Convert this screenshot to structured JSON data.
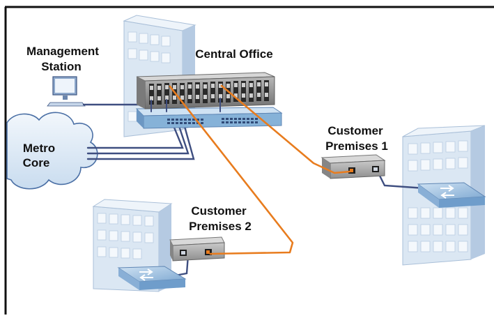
{
  "labels": {
    "management_station_line1": "Management",
    "management_station_line2": "Station",
    "central_office": "Central Office",
    "metro_core_line1": "Metro",
    "metro_core_line2": "Core",
    "customer_premises_1_line1": "Customer",
    "customer_premises_1_line2": "Premises 1",
    "customer_premises_2_line1": "Customer",
    "customer_premises_2_line2": "Premises 2"
  },
  "colors": {
    "fiber": "#e87c1e",
    "copper": "#3e4e80",
    "building_face": "#dce8f4",
    "building_side": "#b7cbe2",
    "window": "#f4f8fc",
    "switch_blue": "#86b2d8",
    "chassis": "#8c8c8c",
    "frame": "#111111"
  },
  "icons": [
    "building-icon",
    "computer-icon",
    "cloud-icon",
    "chassis-icon",
    "switch-icon",
    "media-converter-icon"
  ]
}
